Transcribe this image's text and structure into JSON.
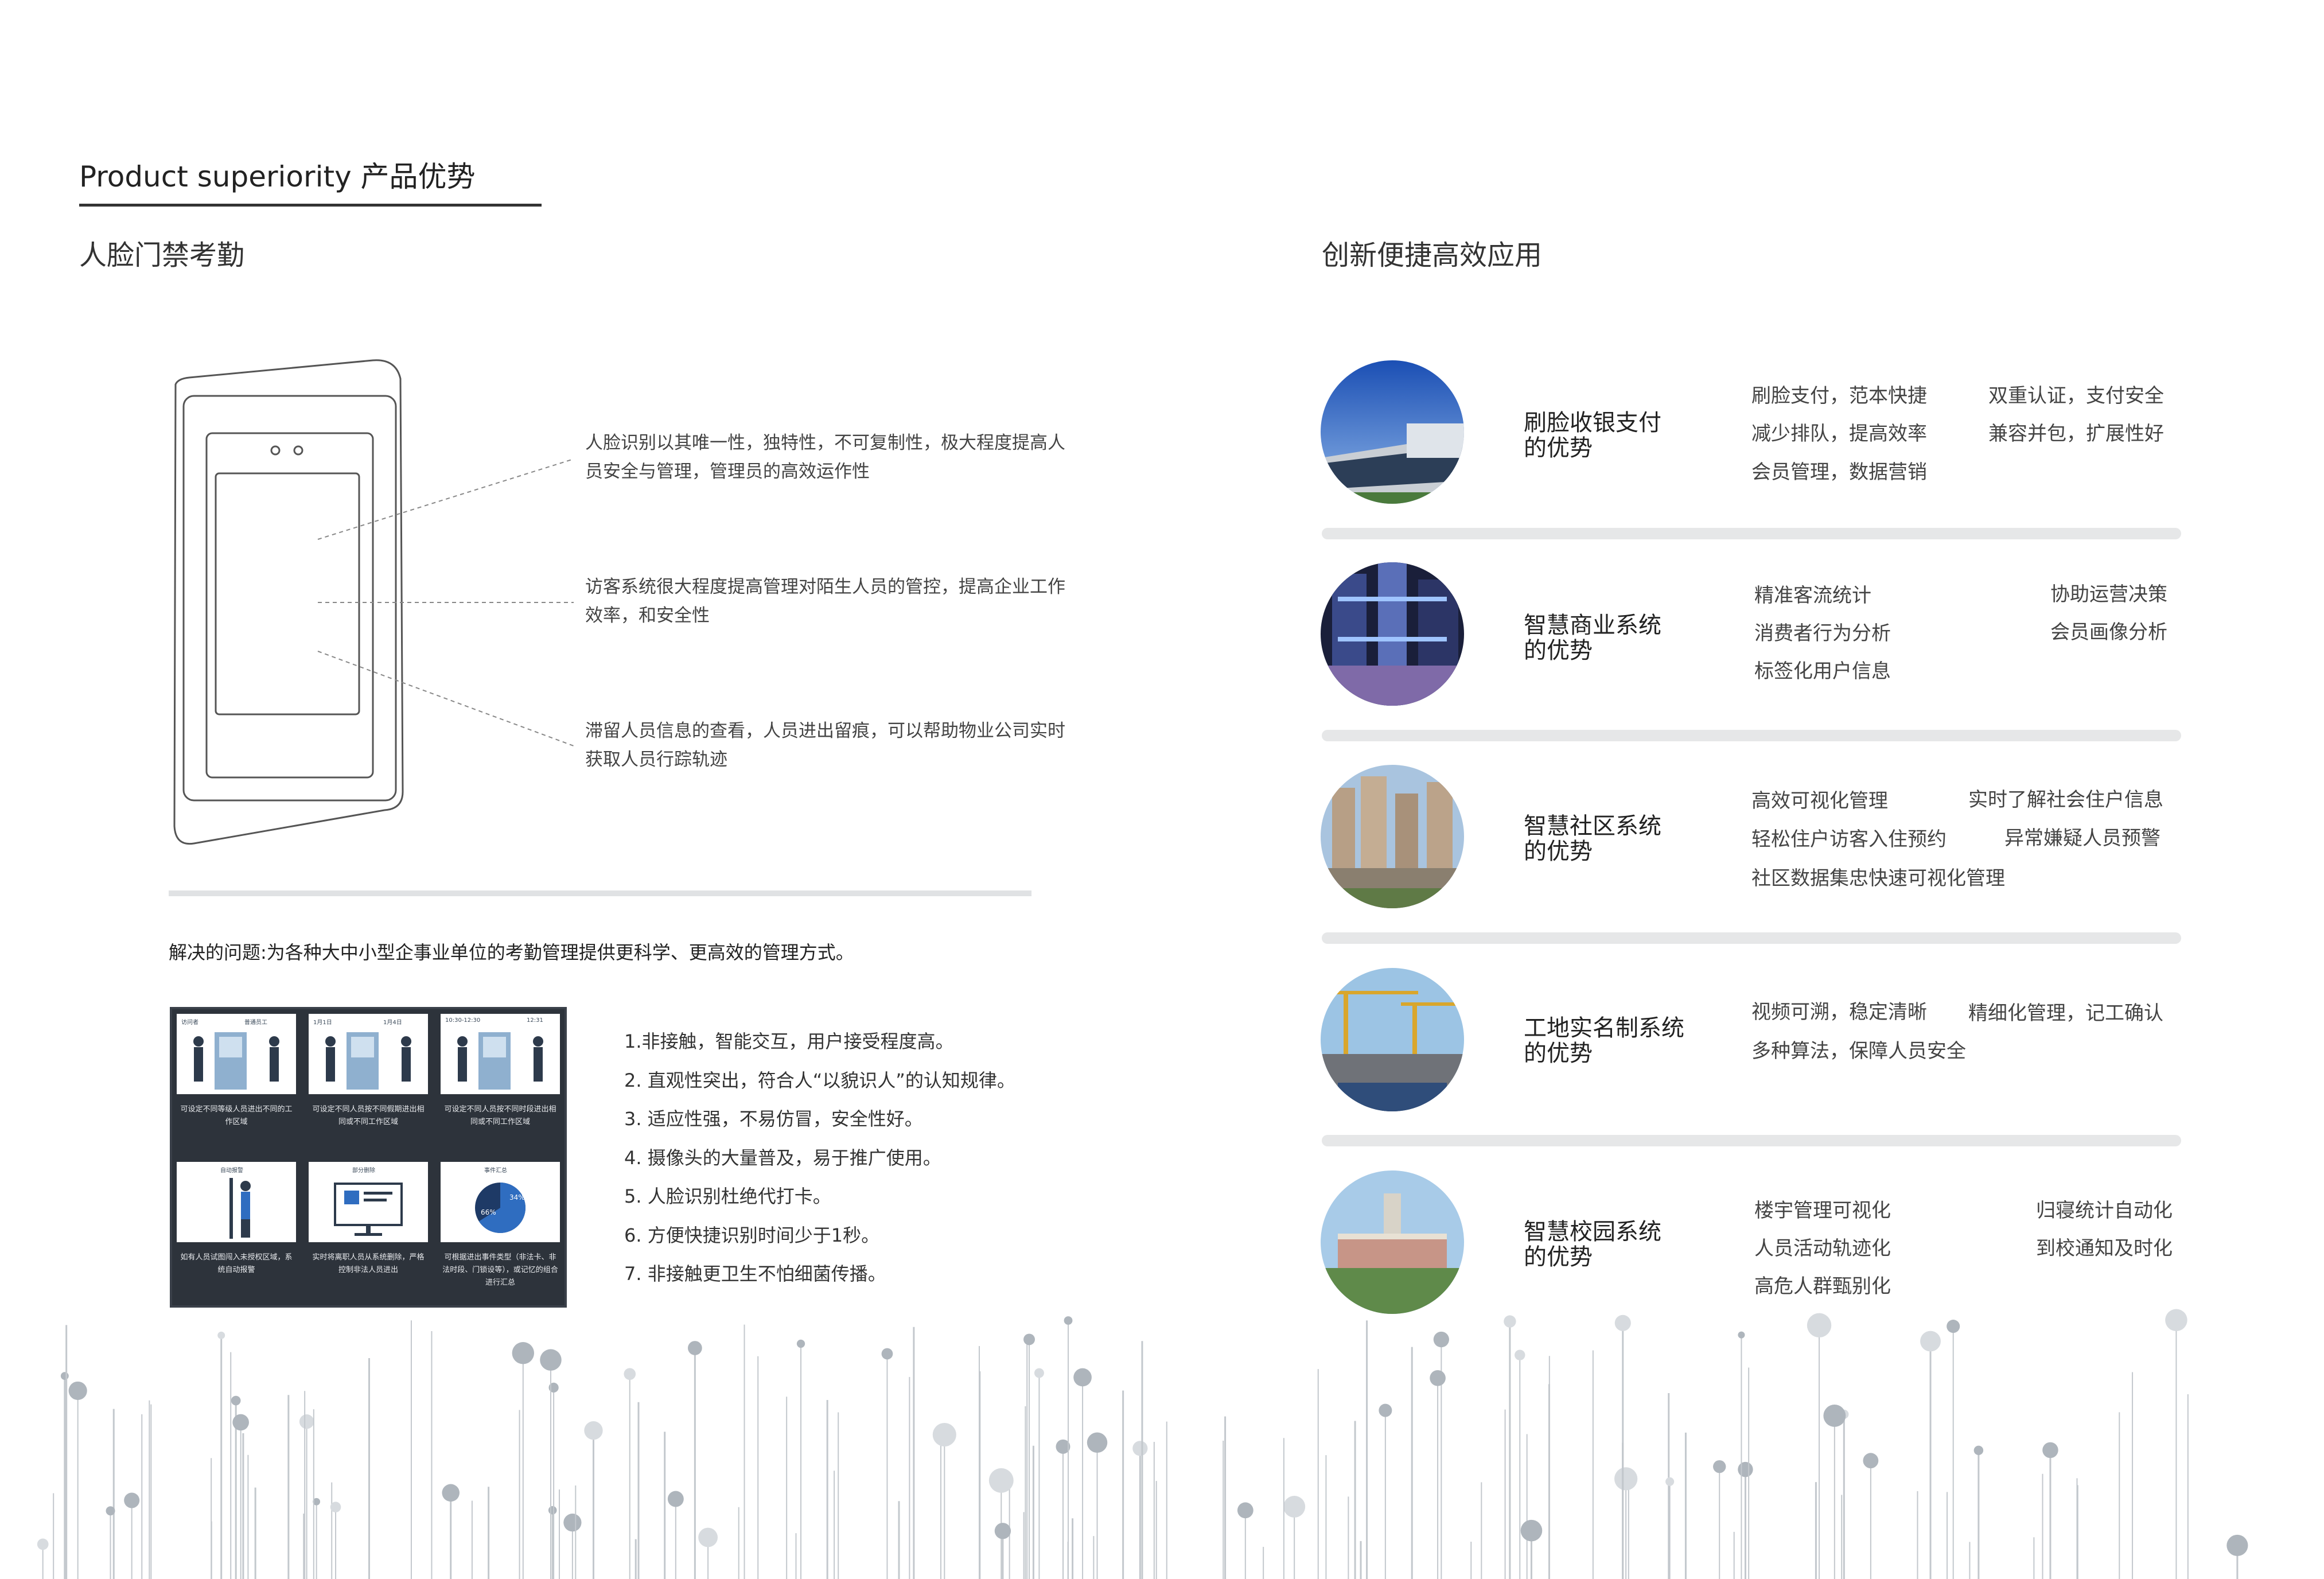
{
  "header": {
    "title": "Product superiority 产品优势"
  },
  "left": {
    "section_title": "人脸门禁考勤",
    "callouts": [
      "人脸识别以其唯一性，独特性，不可复制性，极大程度提高人员安全与管理，管理员的高效运作性",
      "访客系统很大程度提高管理对陌生人员的管控，提高企业工作效率，和安全性",
      "滞留人员信息的查看，人员进出留痕，可以帮助物业公司实时获取人员行踪轨迹"
    ],
    "problem": "解决的问题:为各种大中小型企事业单位的考勤管理提供更科学、更高效的管理方式。",
    "benefits": [
      "1.非接触，智能交互，用户接受程度高。",
      "2. 直观性突出，符合人“以貌识人”的认知规律。",
      "3. 适应性强，不易仿冒，安全性好。",
      "4. 摄像头的大量普及，易于推广使用。",
      "5. 人脸识别杜绝代打卡。",
      "6. 方便快捷识别时间少于1秒。",
      "7. 非接触更卫生不怕细菌传播。"
    ],
    "panel": {
      "cells": [
        {
          "tags": [
            "访问者",
            "普通员工"
          ],
          "caption": "可设定不同等级人员进出不同的工作区域"
        },
        {
          "tags": [
            "1月1日",
            "1月4日"
          ],
          "caption": "可设定不同人员按不同假期进出相同或不同工作区域"
        },
        {
          "tags": [
            "10:30-12:30",
            "12:31"
          ],
          "caption": "可设定不同人员按不同时段进出相同或不同工作区域"
        },
        {
          "tags": [
            "自动报警"
          ],
          "caption": "如有人员试图闯入未授权区域，系统自动报警"
        },
        {
          "tags": [
            "部分删除"
          ],
          "caption": "实时将离职人员从系统删除，严格控制非法人员进出"
        },
        {
          "tags": [
            "事件汇总"
          ],
          "caption": "可根据进出事件类型（非法卡、非法时段、门锁设等），或记忆的组合进行汇总",
          "pie": {
            "big": "66%",
            "small": "34%",
            "value": 0.66
          }
        }
      ]
    }
  },
  "right": {
    "section_title": "创新便捷高效应用",
    "apps": [
      {
        "title": "刷脸收银支付\n的优势",
        "features": [
          "刷脸支付，范本快捷",
          "双重认证，支付安全",
          "减少排队，提高效率",
          "兼容并包，扩展性好",
          "会员管理，数据营销"
        ]
      },
      {
        "title": "智慧商业系统\n的优势",
        "features": [
          "精准客流统计",
          "协助运营决策",
          "消费者行为分析",
          "会员画像分析",
          "标签化用户信息"
        ]
      },
      {
        "title": "智慧社区系统\n的优势",
        "features": [
          "高效可视化管理",
          "实时了解社会住户信息",
          "轻松住户访客入住预约",
          "异常嫌疑人员预警",
          "社区数据集忠快速可视化管理"
        ]
      },
      {
        "title": "工地实名制系统\n的优势",
        "features": [
          "视频可溯，稳定清晰",
          "精细化管理，记工确认",
          "多种算法，保障人员安全"
        ]
      },
      {
        "title": "智慧校园系统\n的优势",
        "features": [
          "楼宇管理可视化",
          "归寝统计自动化",
          "人员活动轨迹化",
          "到校通知及时化",
          "高危人群甄别化"
        ]
      }
    ]
  },
  "colors": {
    "accent_gray": "#e0e2e4",
    "panel_bg": "#2d333b",
    "blue": "#2f6dc0"
  }
}
